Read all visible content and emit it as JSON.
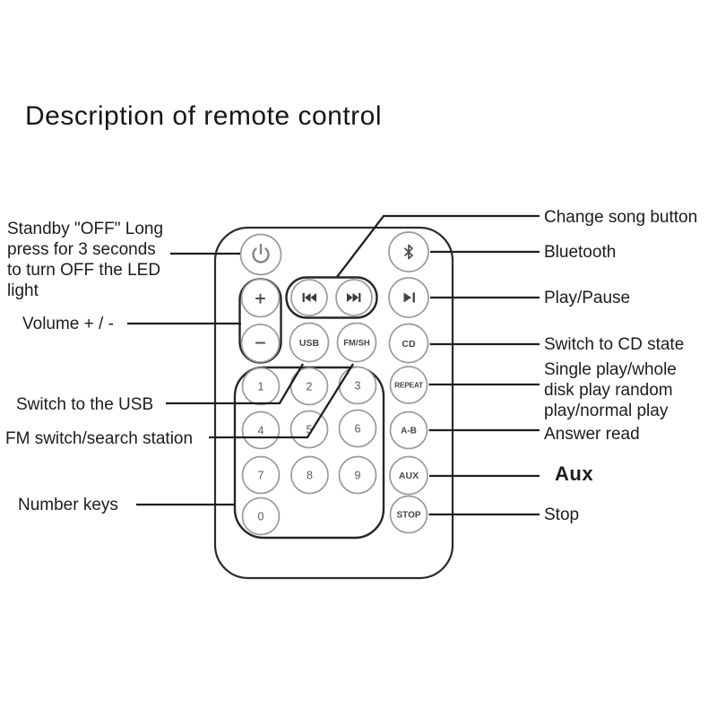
{
  "title": "Description of remote control",
  "colors": {
    "background": "#ffffff",
    "annotation_line": "#1f1f1f",
    "remote_outline": "#2b2b2b",
    "button_outline": "#9b9b9b",
    "label_text": "#1c1c1c",
    "button_text": "#474747",
    "digit_text": "#5a5a5a"
  },
  "labels_left": [
    {
      "name": "standby",
      "lines": [
        "Standby \"OFF\" Long",
        "press for 3 seconds",
        "to turn OFF the LED",
        "light"
      ]
    },
    {
      "name": "volume",
      "lines": [
        "Volume + / -"
      ]
    },
    {
      "name": "switch-usb",
      "lines": [
        "Switch to the USB"
      ]
    },
    {
      "name": "fm-switch",
      "lines": [
        "FM switch/search station"
      ]
    },
    {
      "name": "number-keys",
      "lines": [
        "Number keys"
      ]
    }
  ],
  "labels_right": [
    {
      "name": "change-song",
      "lines": [
        "Change song button"
      ]
    },
    {
      "name": "bluetooth",
      "lines": [
        "Bluetooth"
      ]
    },
    {
      "name": "play-pause",
      "lines": [
        "Play/Pause"
      ]
    },
    {
      "name": "switch-cd",
      "lines": [
        "Switch to CD state"
      ]
    },
    {
      "name": "repeat-modes",
      "lines": [
        "Single play/whole",
        "disk play random",
        "play/normal play"
      ]
    },
    {
      "name": "answer-read",
      "lines": [
        "Answer read"
      ]
    },
    {
      "name": "aux",
      "lines": [
        "Aux"
      ]
    },
    {
      "name": "stop",
      "lines": [
        "Stop"
      ]
    }
  ],
  "remote": {
    "volume_up": "+",
    "volume_down": "−",
    "usb": "USB",
    "fm": "FM/SH",
    "cd": "CD",
    "repeat": "REPEAT",
    "ab": "A-B",
    "aux": "AUX",
    "stop": "STOP",
    "digits": [
      "1",
      "2",
      "3",
      "4",
      "5",
      "6",
      "7",
      "8",
      "9",
      "0"
    ],
    "icons": {
      "power": "power-icon",
      "bluetooth": "bluetooth-icon",
      "previous": "previous-track-icon",
      "next": "next-track-icon",
      "play_pause": "play-pause-icon"
    }
  }
}
